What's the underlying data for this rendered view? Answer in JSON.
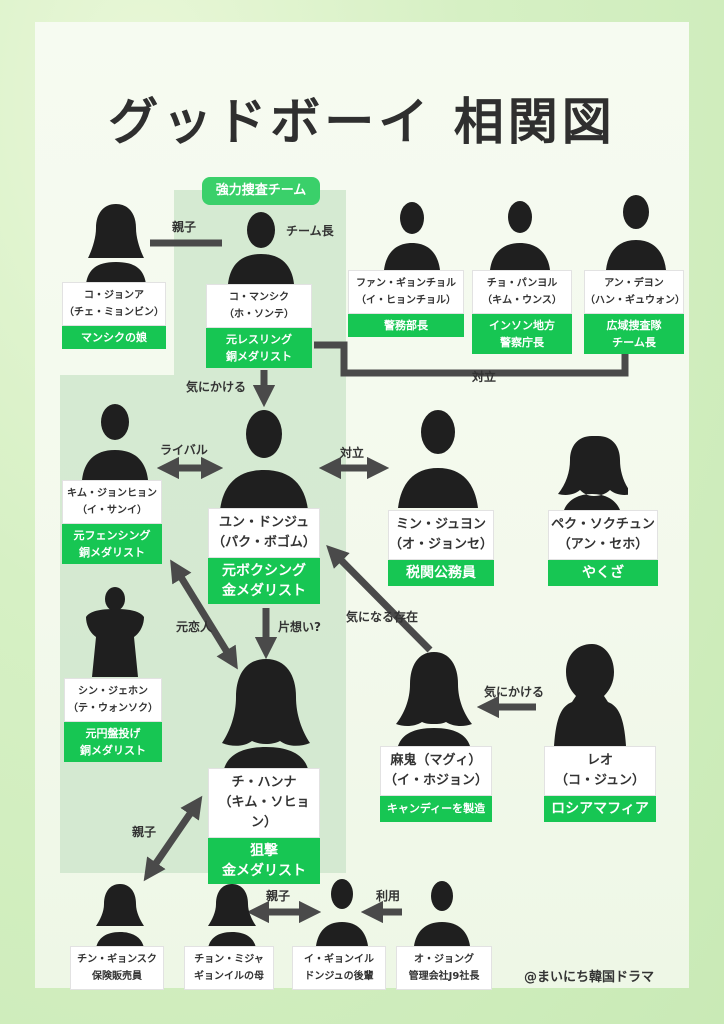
{
  "title": "グッドボーイ 相関図",
  "team_label": "強力捜査チーム",
  "credit": "@まいにち韓国ドラマ",
  "people": {
    "jongoa": {
      "name1": "コ・ジョンア",
      "name2": "（チェ・ミョンビン）",
      "role": "マンシクの娘"
    },
    "mansik": {
      "name1": "コ・マンシク",
      "name2": "（ホ・ソンテ）",
      "role1": "元レスリング",
      "role2": "銅メダリスト"
    },
    "hwang": {
      "name1": "ファン・ギョンチョル",
      "name2": "（イ・ヒョンチョル）",
      "role": "警務部長"
    },
    "cho": {
      "name1": "チョ・パンヨル",
      "name2": "（キム・ウンス）",
      "role1": "インソン地方",
      "role2": "警察庁長"
    },
    "an": {
      "name1": "アン・デヨン",
      "name2": "（ハン・ギュウォン）",
      "role1": "広域捜査隊",
      "role2": "チーム長"
    },
    "jonghyun": {
      "name1": "キム・ジョンヒョン",
      "name2": "（イ・サンイ）",
      "role1": "元フェンシング",
      "role2": "銅メダリスト"
    },
    "dongju": {
      "name1": "ユン・ドンジュ",
      "name2": "（パク・ボゴム）",
      "role1": "元ボクシング",
      "role2": "金メダリスト"
    },
    "min": {
      "name1": "ミン・ジュヨン",
      "name2": "（オ・ジョンセ）",
      "role": "税関公務員"
    },
    "baek": {
      "name1": "ペク・ソクチュン",
      "name2": "（アン・セホ）",
      "role": "やくざ"
    },
    "shin": {
      "name1": "シン・ジェホン",
      "name2": "（テ・ウォンソク）",
      "role1": "元円盤投げ",
      "role2": "銅メダリスト"
    },
    "hanna": {
      "name1": "チ・ハンナ",
      "name2": "（キム・ソヒョン）",
      "role1": "狙撃",
      "role2": "金メダリスト"
    },
    "magui": {
      "name1": "麻鬼（マグィ）",
      "name2": "（イ・ホジョン）",
      "role": "キャンディーを製造"
    },
    "leo": {
      "name1": "レオ",
      "name2": "（コ・ジュン）",
      "role": "ロシアマフィア"
    },
    "jingyeong": {
      "name1": "チン・ギョンスク",
      "name2": "保険販売員"
    },
    "jeongmija": {
      "name1": "チョン・ミジャ",
      "name2": "ギョンイルの母"
    },
    "gyeongil": {
      "name1": "イ・ギョンイル",
      "name2": "ドンジュの後輩"
    },
    "ojong": {
      "name1": "オ・ジョング",
      "name2": "管理会社J9社長"
    }
  },
  "relations": {
    "parent1": "親子",
    "team_leader": "チーム長",
    "care1": "気にかける",
    "rival": "ライバル",
    "oppose1": "対立",
    "oppose2": "対立",
    "ex_lover": "元恋人",
    "crush": "片想い?",
    "curious": "気になる存在",
    "care2": "気にかける",
    "parent2": "親子",
    "parent3": "親子",
    "use": "利用"
  }
}
